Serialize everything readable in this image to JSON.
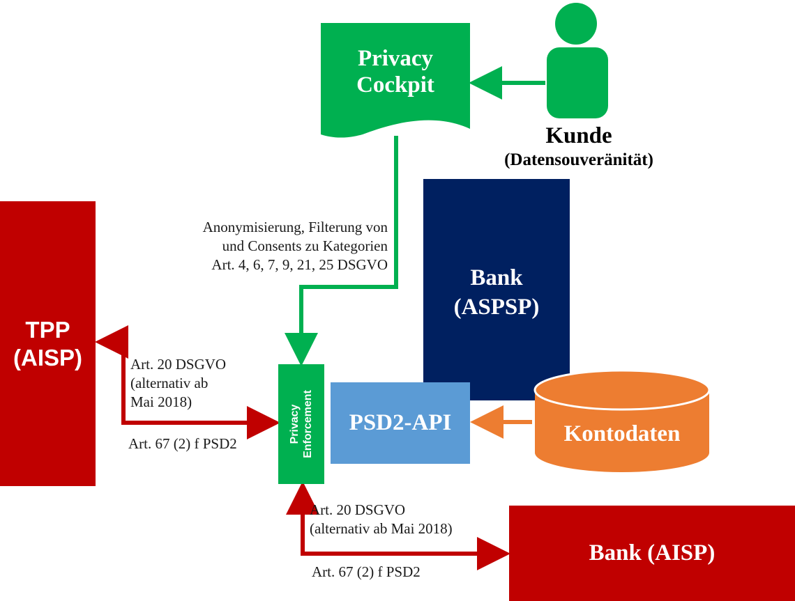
{
  "colors": {
    "green": "#00B050",
    "red": "#C00000",
    "navy": "#002060",
    "light_blue": "#5B9BD5",
    "orange": "#ED7D31",
    "text": "#1a1a1a"
  },
  "nodes": {
    "privacy_cockpit": {
      "line1": "Privacy",
      "line2": "Cockpit",
      "shape": "document"
    },
    "customer": {
      "name": "Kunde",
      "subtitle": "(Datensouveränität)",
      "icon": "person-icon"
    },
    "tpp": {
      "line1": "TPP",
      "line2": "(AISP)"
    },
    "bank_aspsp": {
      "line1": "Bank",
      "line2": "(ASPSP)"
    },
    "privacy_enforcement": {
      "line1": "Privacy",
      "line2": "Enforcement"
    },
    "psd2_api": {
      "label": "PSD2-API"
    },
    "kontodaten": {
      "label": "Kontodaten",
      "shape": "cylinder"
    },
    "bank_aisp": {
      "label": "Bank (AISP)"
    }
  },
  "edges": {
    "cockpit_to_enforcement": {
      "line1": "Anonymisierung, Filterung von",
      "line2": "und Consents zu Kategorien",
      "line3": "Art. 4, 6, 7, 9, 21, 25 DSGVO"
    },
    "tpp_link": {
      "line1": "Art. 20 DSGVO",
      "line2": "(alternativ ab",
      "line3": "Mai 2018)",
      "line4": "Art. 67 (2) f PSD2"
    },
    "bank_aisp_link": {
      "line1": "Art. 20 DSGVO",
      "line2": "(alternativ ab Mai 2018)",
      "line3": "Art. 67 (2) f PSD2"
    }
  }
}
